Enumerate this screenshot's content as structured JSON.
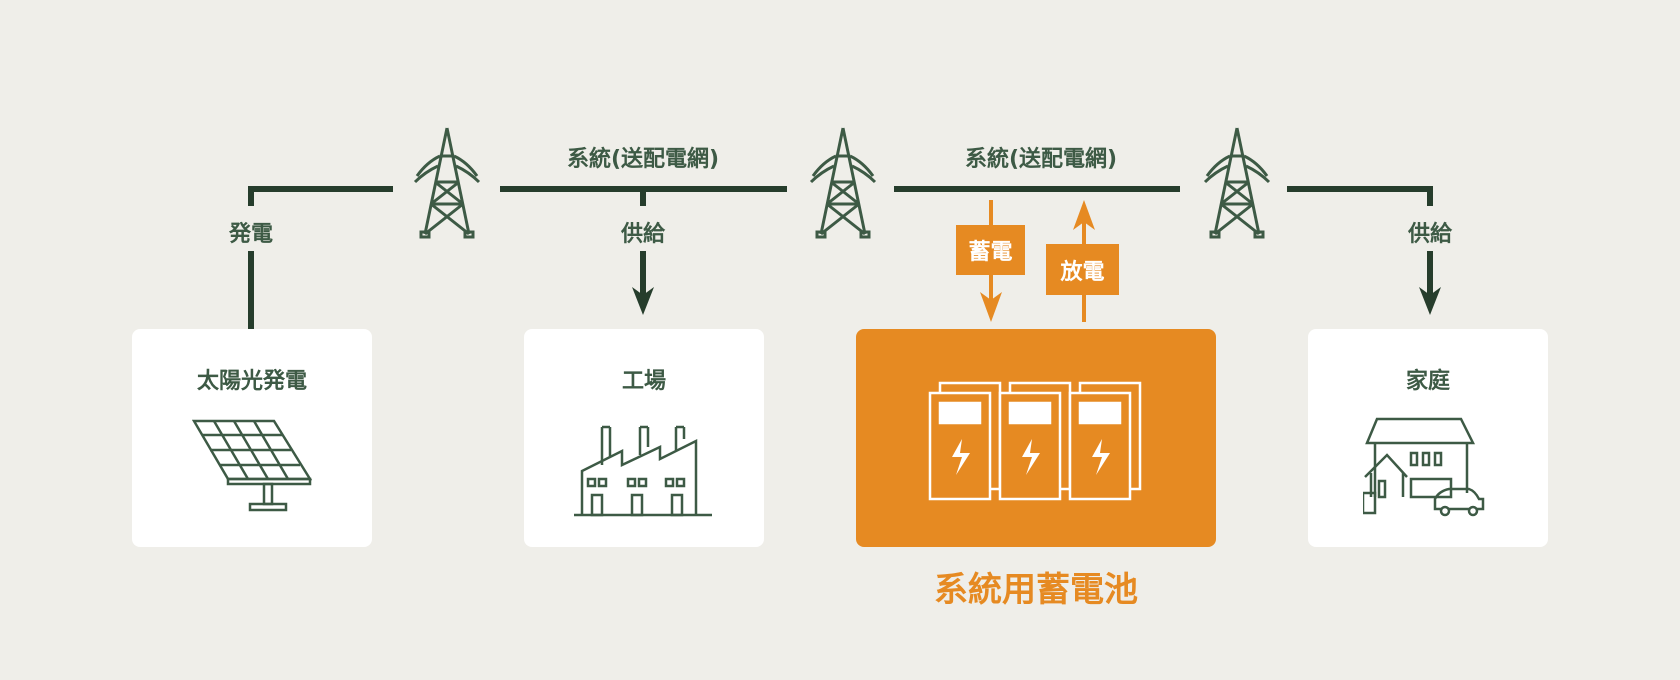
{
  "grid_labels": [
    "系統(送配電網)",
    "系統(送配電網)"
  ],
  "flows": {
    "generation": "発電",
    "supply_factory": "供給",
    "supply_home": "供給",
    "charge": "蓄電",
    "discharge": "放電"
  },
  "nodes": {
    "solar": "太陽光発電",
    "factory": "工場",
    "battery": "系統用蓄電池",
    "home": "家庭"
  },
  "colors": {
    "background": "#efeee9",
    "line": "#263d2c",
    "icon": "#3d5a45",
    "accent": "#e68a22"
  }
}
